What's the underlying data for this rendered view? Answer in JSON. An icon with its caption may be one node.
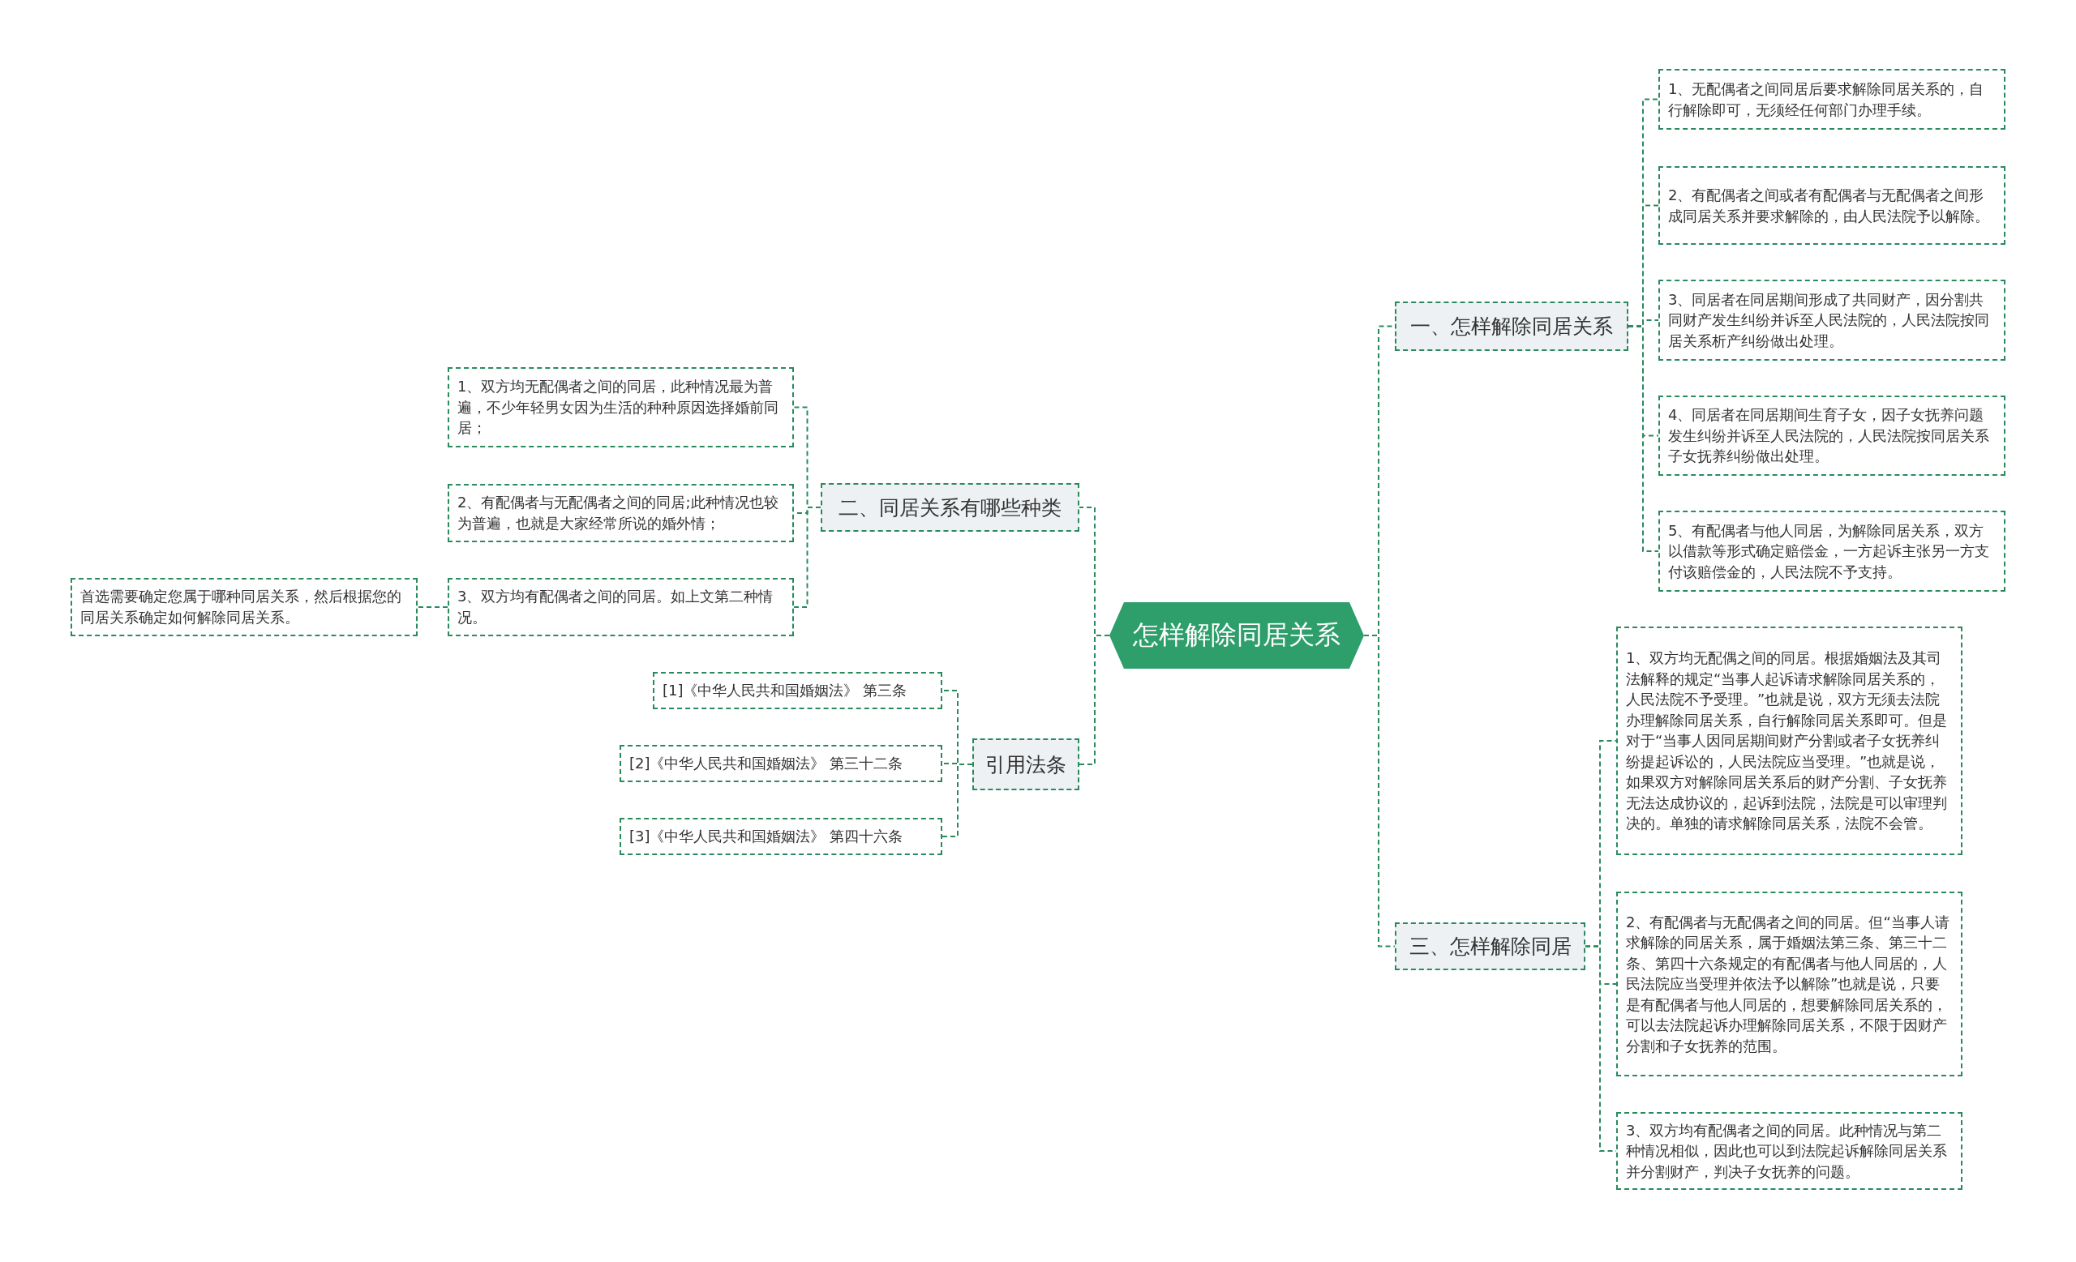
{
  "diagram": {
    "nodes": [
      {
        "text": [
          "怎样解除同居关系"
        ]
      },
      {
        "text": [
          "一、怎样解除同居关系"
        ]
      },
      {
        "text": [
          "1、无配偶者之间同居后要求解除同居关系的，自行解除即可，无须经任何部门办理手续。"
        ]
      },
      {
        "text": [
          "2、有配偶者之间或者有配偶者与无配偶者之间形成同居关系并要求解除的，由人民法院予以解除。"
        ]
      },
      {
        "text": [
          "3、同居者在同居期间形成了共同财产，因分割共同财产发生纠纷并诉至人民法院的，人民法院按同居关系析产纠纷做出处理。"
        ]
      },
      {
        "text": [
          "4、同居者在同居期间生育子女，因子女抚养问题发生纠纷并诉至人民法院的，人民法院按同居关系子女抚养纠纷做出处理。"
        ]
      },
      {
        "text": [
          "5、有配偶者与他人同居，为解除同居关系，双方以借款等形式确定赔偿金，一方起诉主张另一方支付该赔偿金的，人民法院不予支持。"
        ]
      },
      {
        "text": [
          "二、同居关系有哪些种类"
        ]
      },
      {
        "text": [
          "1、双方均无配偶者之间的同居，此种情况最为普遍，不少年轻男女因为生活的种种原因选择婚前同居；"
        ]
      },
      {
        "text": [
          "2、有配偶者与无配偶者之间的同居;此种情况也较为普遍，也就是大家经常所说的婚外情；"
        ]
      },
      {
        "text": [
          "3、双方均有配偶者之间的同居。如上文第二种情况。"
        ]
      },
      {
        "text": [
          "首选需要确定您属于哪种同居关系，然后根据您的同居关系确定如何解除同居关系。"
        ]
      },
      {
        "text": [
          "引用法条"
        ]
      },
      {
        "text": [
          "[1]《中华人民共和国婚姻法》 第三条"
        ]
      },
      {
        "text": [
          "[2]《中华人民共和国婚姻法》 第三十二条"
        ]
      },
      {
        "text": [
          "[3]《中华人民共和国婚姻法》 第四十六条"
        ]
      },
      {
        "text": [
          "三、怎样解除同居"
        ]
      },
      {
        "text": [
          "1、双方均无配偶之间的同居。根据婚姻法及其司法解释的规定“当事人起诉请求解除同居关系的，人民法院不予受理。”也就是说，双方无须去法院办理解除同居关系，自行解除同居关系即可。但是对于“当事人因同居期间财产分割或者子女抚养纠纷提起诉讼的，人民法院应当受理。”也就是说，如果双方对解除同居关系后的财产分割、子女抚养无法达成协议的，起诉到法院，法院是可以审理判决的。单独的请求解除同居关系，法院不会管。"
        ]
      },
      {
        "text": [
          "2、有配偶者与无配偶者之间的同居。但“当事人请求解除的同居关系，属于婚姻法第三条、第三十二条、第四十六条规定的有配偶者与他人同居的，人民法院应当受理并依法予以解除”也就是说，只要是有配偶者与他人同居的，想要解除同居关系的，可以去法院起诉办理解除同居关系，不限于因财产分割和子女抚养的范围。"
        ]
      },
      {
        "text": [
          "3、双方均有配偶者之间的同居。此种情况与第二种情况相似，因此也可以到法院起诉解除同居关系并分割财产，判决子女抚养的问题。"
        ]
      }
    ],
    "edges": [
      {
        "from": 0,
        "to": 1,
        "arrow": "none"
      },
      {
        "from": 1,
        "to": 2,
        "arrow": "none"
      },
      {
        "from": 1,
        "to": 3,
        "arrow": "none"
      },
      {
        "from": 1,
        "to": 4,
        "arrow": "none"
      },
      {
        "from": 1,
        "to": 5,
        "arrow": "none"
      },
      {
        "from": 1,
        "to": 6,
        "arrow": "none"
      },
      {
        "from": 0,
        "to": 7,
        "arrow": "none"
      },
      {
        "from": 7,
        "to": 8,
        "arrow": "none"
      },
      {
        "from": 7,
        "to": 9,
        "arrow": "none"
      },
      {
        "from": 7,
        "to": 10,
        "arrow": "none"
      },
      {
        "from": 10,
        "to": 11,
        "arrow": "none"
      },
      {
        "from": 0,
        "to": 12,
        "arrow": "none"
      },
      {
        "from": 12,
        "to": 13,
        "arrow": "none"
      },
      {
        "from": 12,
        "to": 14,
        "arrow": "none"
      },
      {
        "from": 12,
        "to": 15,
        "arrow": "none"
      },
      {
        "from": 0,
        "to": 16,
        "arrow": "none"
      },
      {
        "from": 16,
        "to": 17,
        "arrow": "none"
      },
      {
        "from": 16,
        "to": 18,
        "arrow": "none"
      },
      {
        "from": 16,
        "to": 19,
        "arrow": "none"
      }
    ]
  }
}
